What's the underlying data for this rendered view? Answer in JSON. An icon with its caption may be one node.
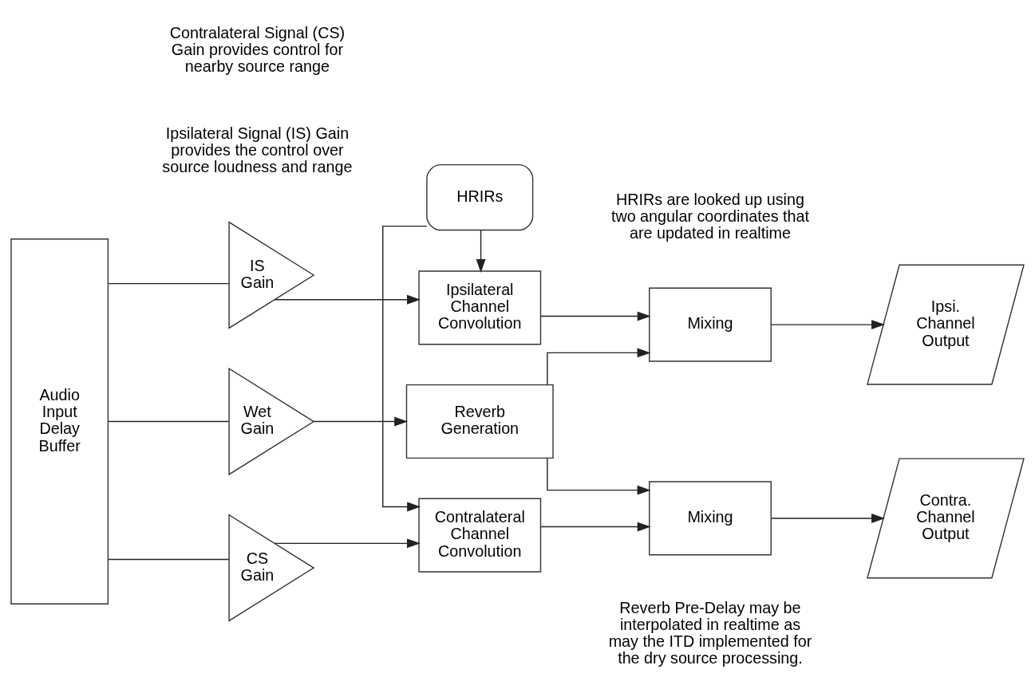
{
  "diagram": {
    "nodes": [
      {
        "text": [
          "Audio Input Delay Buffer"
        ]
      },
      {
        "text": [
          "IS Gain"
        ]
      },
      {
        "text": [
          "CS Gain"
        ]
      },
      {
        "text": [
          "Wet Gain"
        ]
      },
      {
        "text": [
          "HRIRs"
        ]
      },
      {
        "text": [
          "Ipsilateral Channel Convolution"
        ]
      },
      {
        "text": [
          "Contralateral Channel Convolution"
        ]
      },
      {
        "text": [
          "Reverb Generation"
        ]
      },
      {
        "text": [
          "Mixing"
        ]
      },
      {
        "text": [
          "Mixing"
        ]
      },
      {
        "text": [
          "Ipsi. Channel Output"
        ]
      },
      {
        "text": [
          "Contra. Channel Output"
        ]
      }
    ],
    "edges": [
      {
        "from": 0,
        "to": 1,
        "arrow": "none"
      },
      {
        "from": 0,
        "to": 2,
        "arrow": "none"
      },
      {
        "from": 0,
        "to": 3,
        "arrow": "none"
      },
      {
        "from": 4,
        "to": 5,
        "arrow": "to"
      },
      {
        "from": 4,
        "to": 6,
        "arrow": "to"
      },
      {
        "from": 1,
        "to": 5,
        "arrow": "to"
      },
      {
        "from": 2,
        "to": 6,
        "arrow": "to"
      },
      {
        "from": 3,
        "to": 7,
        "arrow": "to"
      },
      {
        "from": 5,
        "to": 8,
        "arrow": "to"
      },
      {
        "from": 7,
        "to": 8,
        "arrow": "to"
      },
      {
        "from": 6,
        "to": 9,
        "arrow": "to"
      },
      {
        "from": 7,
        "to": 9,
        "arrow": "to"
      },
      {
        "from": 8,
        "to": 10,
        "arrow": "to"
      },
      {
        "from": 9,
        "to": 11,
        "arrow": "to"
      }
    ],
    "labels": [
      "Ipsilateral Signal (IS) Gain provides the control over source loudness and range",
      "HRIRs are looked up using two angular coordinates that are updated in realtime",
      "Contralateral Signal (CS) Gain provides control for nearby source range",
      "Reverb Pre-Delay may be interpolated in realtime as may the ITD implemented for the dry source processing."
    ]
  }
}
